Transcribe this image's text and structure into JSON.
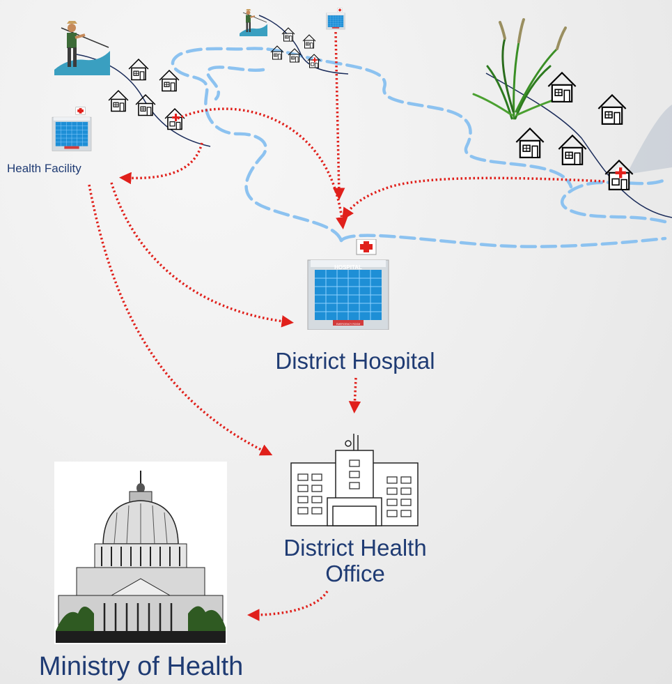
{
  "labels": {
    "health_facility": "Health Facility",
    "district_hospital": "District Hospital",
    "district_health_office": "District Health Office",
    "ministry_of_health": "Ministry of Health"
  },
  "building_signs": {
    "hospital": "HOSPITAL",
    "emergency": "EMERGENCY ROOM"
  },
  "colors": {
    "label": "#1f3b73",
    "flow_arrow": "#e0201b",
    "river": "#8cc2f0",
    "road": "#1b2c5a",
    "hospital_glass": "#1e8fd6"
  },
  "icons": [
    "fisherman-icon",
    "house-icon",
    "clinic-house-icon",
    "hospital-building-icon",
    "office-building-icon",
    "capitol-building-icon",
    "reed-plant-icon"
  ]
}
